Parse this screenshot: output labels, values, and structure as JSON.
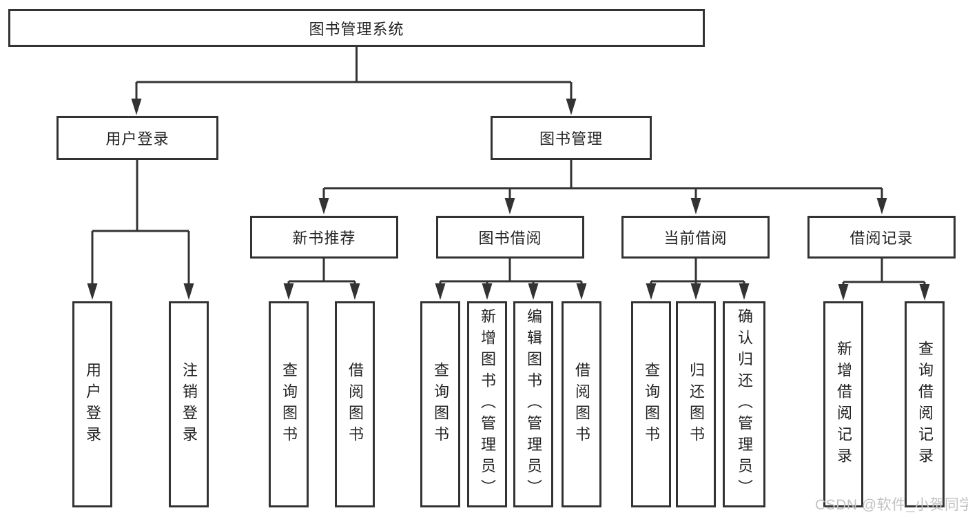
{
  "diagram": {
    "root": {
      "label": "图书管理系统",
      "children": [
        {
          "label": "用户登录",
          "children": [
            {
              "label": "用户登录"
            },
            {
              "label": "注销登录"
            }
          ]
        },
        {
          "label": "图书管理",
          "children": [
            {
              "label": "新书推荐",
              "children": [
                {
                  "label": "查询图书"
                },
                {
                  "label": "借阅图书"
                }
              ]
            },
            {
              "label": "图书借阅",
              "children": [
                {
                  "label": "查询图书"
                },
                {
                  "label": "新增图书（管理员）"
                },
                {
                  "label": "编辑图书（管理员）"
                },
                {
                  "label": "借阅图书"
                }
              ]
            },
            {
              "label": "当前借阅",
              "children": [
                {
                  "label": "查询图书"
                },
                {
                  "label": "归还图书"
                },
                {
                  "label": "确认归还（管理员）"
                }
              ]
            },
            {
              "label": "借阅记录",
              "children": [
                {
                  "label": "新增借阅记录"
                },
                {
                  "label": "查询借阅记录"
                }
              ]
            }
          ]
        }
      ]
    }
  },
  "watermark": {
    "text": "CSDN @软件_小贺同学"
  },
  "colors": {
    "line": "#333333",
    "text": "#222222",
    "watermark": "#c2c2c2",
    "background": "#ffffff"
  }
}
